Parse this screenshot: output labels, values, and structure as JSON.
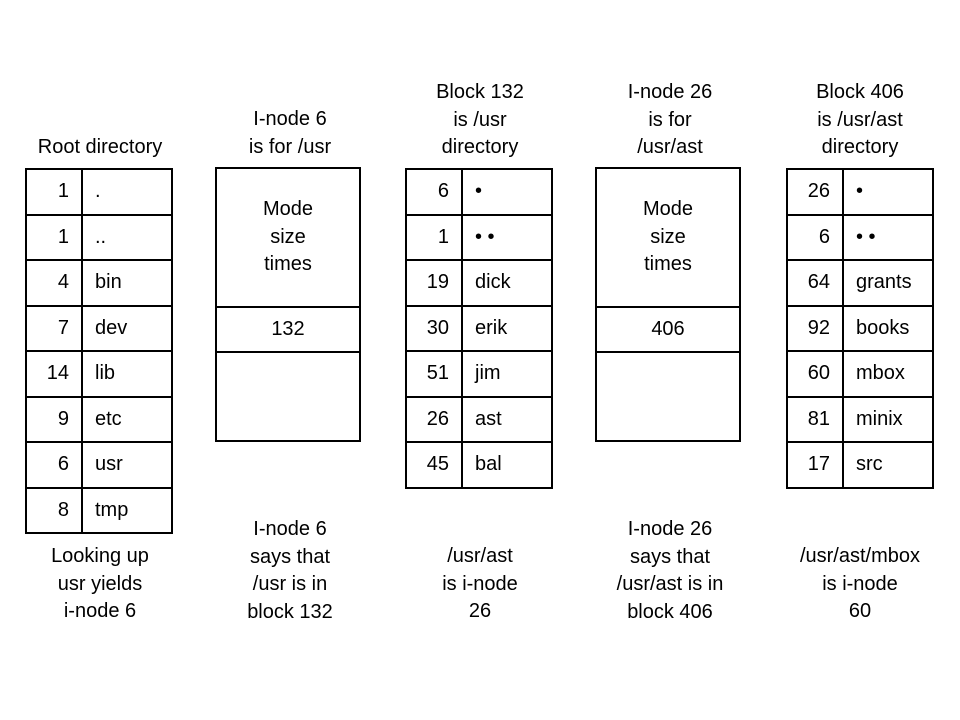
{
  "columns": [
    {
      "id": "root",
      "heading": "Root directory",
      "kind": "directory",
      "entries": [
        {
          "inode": "1",
          "name": "."
        },
        {
          "inode": "1",
          "name": ".."
        },
        {
          "inode": "4",
          "name": "bin"
        },
        {
          "inode": "7",
          "name": "dev"
        },
        {
          "inode": "14",
          "name": "lib"
        },
        {
          "inode": "9",
          "name": "etc"
        },
        {
          "inode": "6",
          "name": "usr"
        },
        {
          "inode": "8",
          "name": "tmp"
        }
      ],
      "footer": "Looking up\nusr yields\ni-node 6"
    },
    {
      "id": "inode6",
      "heading": "I-node 6\nis for /usr",
      "kind": "inode",
      "attrs": "Mode\nsize\ntimes",
      "block": "132",
      "footer": "I-node 6\nsays that\n/usr is in\nblock 132"
    },
    {
      "id": "block132",
      "heading": "Block 132\nis /usr\ndirectory",
      "kind": "directory",
      "entries": [
        {
          "inode": "6",
          "name": "•"
        },
        {
          "inode": "1",
          "name": "• •"
        },
        {
          "inode": "19",
          "name": "dick"
        },
        {
          "inode": "30",
          "name": "erik"
        },
        {
          "inode": "51",
          "name": "jim"
        },
        {
          "inode": "26",
          "name": "ast"
        },
        {
          "inode": "45",
          "name": "bal"
        }
      ],
      "footer": "/usr/ast\nis i-node\n26"
    },
    {
      "id": "inode26",
      "heading": "I-node 26\nis for\n/usr/ast",
      "kind": "inode",
      "attrs": "Mode\nsize\ntimes",
      "block": "406",
      "footer": "I-node 26\nsays that\n/usr/ast is in\nblock 406"
    },
    {
      "id": "block406",
      "heading": "Block 406\nis /usr/ast\ndirectory",
      "kind": "directory",
      "entries": [
        {
          "inode": "26",
          "name": "•"
        },
        {
          "inode": "6",
          "name": "• •"
        },
        {
          "inode": "64",
          "name": "grants"
        },
        {
          "inode": "92",
          "name": "books"
        },
        {
          "inode": "60",
          "name": "mbox"
        },
        {
          "inode": "81",
          "name": "minix"
        },
        {
          "inode": "17",
          "name": "src"
        }
      ],
      "footer": "/usr/ast/mbox\nis i-node\n60"
    }
  ]
}
